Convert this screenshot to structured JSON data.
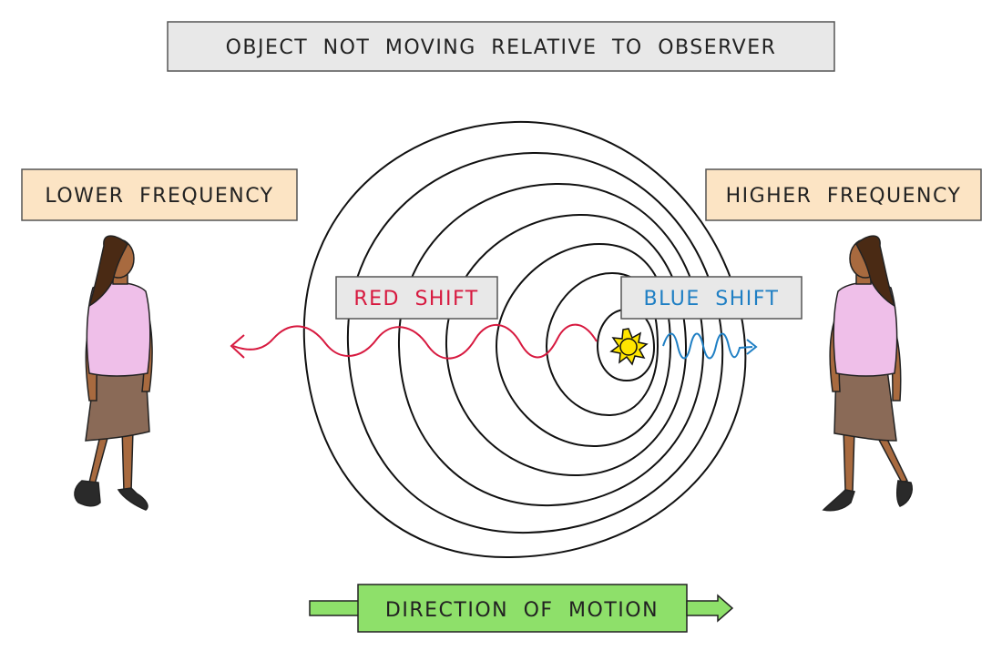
{
  "title": "OBJECT NOT MOVING RELATIVE TO OBSERVER",
  "left_observer": {
    "label": "LOWER FREQUENCY"
  },
  "right_observer": {
    "label": "HIGHER FREQUENCY"
  },
  "red_wave": {
    "label": "RED SHIFT"
  },
  "blue_wave": {
    "label": "BLUE SHIFT"
  },
  "motion": {
    "label": "DIRECTION OF MOTION"
  },
  "colors": {
    "red": "#d7193f",
    "blue": "#1f7fc4",
    "title_box": "#e8e8e8",
    "label_box": "#fce4c4",
    "arrow_green": "#8ee06a",
    "sun": "#ffe600",
    "blouse": "#efbfe9",
    "skirt": "#8a6a57",
    "skin": "#a86a3f",
    "hair": "#4a2a14"
  },
  "icons": {
    "source": "sun-icon",
    "observers": "person-icon"
  }
}
